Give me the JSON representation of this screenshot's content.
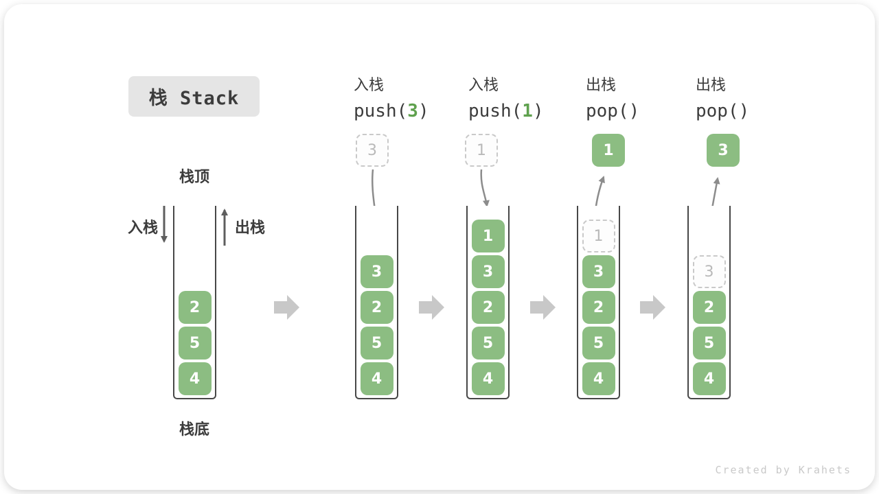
{
  "title": {
    "text": "栈 Stack"
  },
  "stack_labels": {
    "top": "栈顶",
    "bottom": "栈底",
    "push_side": "入栈",
    "pop_side": "出栈"
  },
  "operations": [
    {
      "zh": "入栈",
      "code_pre": "push(",
      "arg": "3",
      "code_post": ")"
    },
    {
      "zh": "入栈",
      "code_pre": "push(",
      "arg": "1",
      "code_post": ")"
    },
    {
      "zh": "出栈",
      "code_pre": "pop(",
      "arg": "",
      "code_post": ")"
    },
    {
      "zh": "出栈",
      "code_pre": "pop(",
      "arg": "",
      "code_post": ")"
    }
  ],
  "floating_values": [
    {
      "value": "3",
      "style": "ghost"
    },
    {
      "value": "1",
      "style": "ghost"
    },
    {
      "value": "1",
      "style": "solid"
    },
    {
      "value": "3",
      "style": "solid"
    }
  ],
  "stacks": [
    {
      "name": "initial",
      "cells": [
        {
          "v": "2"
        },
        {
          "v": "5"
        },
        {
          "v": "4"
        }
      ]
    },
    {
      "name": "after-push-3",
      "cells": [
        {
          "v": "3"
        },
        {
          "v": "2"
        },
        {
          "v": "5"
        },
        {
          "v": "4"
        }
      ]
    },
    {
      "name": "after-push-1",
      "cells": [
        {
          "v": "1"
        },
        {
          "v": "3"
        },
        {
          "v": "2"
        },
        {
          "v": "5"
        },
        {
          "v": "4"
        }
      ]
    },
    {
      "name": "pop-1",
      "cells": [
        {
          "v": "1",
          "ghost": true
        },
        {
          "v": "3"
        },
        {
          "v": "2"
        },
        {
          "v": "5"
        },
        {
          "v": "4"
        }
      ]
    },
    {
      "name": "pop-3",
      "cells": [
        {
          "v": "3",
          "ghost": true
        },
        {
          "v": "2"
        },
        {
          "v": "5"
        },
        {
          "v": "4"
        }
      ]
    }
  ],
  "footer": {
    "credit": "Created by Krahets"
  },
  "colors": {
    "ink": "#3c3c3c",
    "cell-green": "#8cbd82",
    "arg-green": "#5fa14e",
    "wall": "#474747",
    "arrow-gray": "#8c8c8c",
    "block-arrow": "#c8c8c8",
    "ghost-border": "#c9c9c9",
    "ghost-text": "#b9b9b9",
    "ghost-bg": "#fdfdfd",
    "title-bg": "#e5e5e5",
    "footer-gray": "#c9c9c9"
  }
}
